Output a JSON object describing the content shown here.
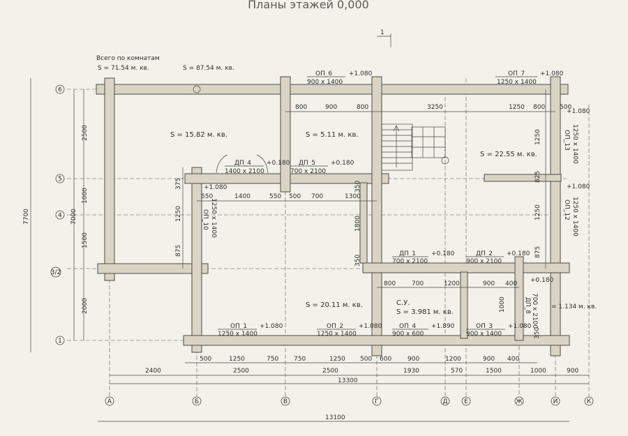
{
  "title": "Планы этажей 0,000",
  "summary": {
    "heading": "Всего по комнатам",
    "s_left": "S   =   71.54  м. кв.",
    "s_right": "S   =   87.54  м. кв."
  },
  "section_mark": "1",
  "axes_letters": [
    "А",
    "Б",
    "В",
    "Г",
    "Д",
    "Е",
    "Ж",
    "И",
    "К"
  ],
  "axes_numbers": [
    "6",
    "5",
    "4",
    "3/2",
    "1"
  ],
  "rooms": [
    {
      "area": "S   =  15.82  м. кв."
    },
    {
      "area": "S   =  5.11  м. кв."
    },
    {
      "area": "S   =  22.55  м. кв."
    },
    {
      "area": "S   =  20.11  м. кв."
    },
    {
      "name": "С.У.",
      "area": "S   =  3.981  м. кв."
    },
    {
      "area": "=  1.134  м. кв."
    }
  ],
  "openings": [
    {
      "mark": "ОП_6",
      "size": "900 х 1400",
      "level": "+1.080"
    },
    {
      "mark": "ОП_7",
      "size": "1250 х 1400",
      "level": "+1.080"
    },
    {
      "mark": "ДП_4",
      "size": "1400 х 2100",
      "level": "+0.180"
    },
    {
      "mark": "ДП_5",
      "size": "700 х 2100",
      "level": "+0.180"
    },
    {
      "mark": "ОП_13",
      "size": "1250 х 1400",
      "level": "+1.080"
    },
    {
      "mark": "ОП_12",
      "size": "1250 х 1400",
      "level": "+1.080"
    },
    {
      "mark": "ОП_10",
      "size": "1250 х 1400",
      "level": "+1.080"
    },
    {
      "mark": "ДП_1",
      "size": "700 х 2100",
      "level": "+0.180"
    },
    {
      "mark": "ДП_2",
      "size": "900 х 2100",
      "level": "+0.180"
    },
    {
      "mark": "ДП_8",
      "size": "700 х 2100",
      "level": "+0.180"
    },
    {
      "mark": "ОП_1",
      "size": "1250 х 1400",
      "level": "+1.080"
    },
    {
      "mark": "ОП_2",
      "size": "1250 х 1400",
      "level": "+1.080"
    },
    {
      "mark": "ОП_4",
      "size": "900 х 600",
      "level": "+1.890"
    },
    {
      "mark": "ОП_3",
      "size": "900 х 1400",
      "level": "+1.080"
    }
  ],
  "dims": {
    "top_row": [
      "800",
      "900",
      "800",
      "3250",
      "1250",
      "800",
      "500"
    ],
    "mid_row": [
      "550",
      "1400",
      "550",
      "500",
      "700",
      "1300"
    ],
    "inner_row": [
      "800",
      "700",
      "1200",
      "900",
      "400"
    ],
    "bottom_inner": [
      "500",
      "1250",
      "750",
      "750",
      "1250",
      "500",
      "600",
      "900",
      "1200",
      "900",
      "400"
    ],
    "axis_row": [
      "2400",
      "2500",
      "2500",
      "1930",
      "570",
      "1500",
      "1000",
      "900"
    ],
    "overall_13300": "13300",
    "overall_13100": "13100",
    "left_small": [
      "375",
      "1250",
      "875"
    ],
    "left_axes": [
      "2500",
      "1000",
      "1500",
      "2000"
    ],
    "left_total": "7000",
    "left_outer": "7700",
    "right_col": [
      "1250",
      "825",
      "1250",
      "875"
    ],
    "stair_1800": "1800",
    "stair_350a": "350",
    "stair_350b": "350",
    "su_1000": "1000",
    "su_350": "350"
  }
}
